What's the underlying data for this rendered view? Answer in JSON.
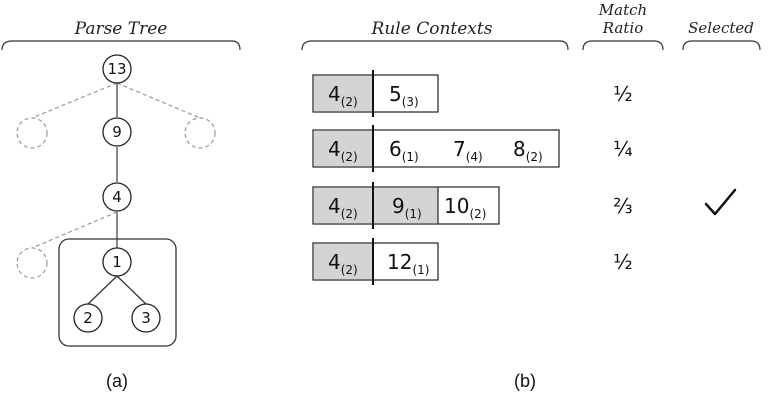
{
  "headers": {
    "parse_tree": "Parse Tree",
    "rule_contexts": "Rule Contexts",
    "match_ratio_line1": "Match",
    "match_ratio_line2": "Ratio",
    "selected": "Selected"
  },
  "tree": {
    "nodes": [
      "13",
      "9",
      "4",
      "1",
      "2",
      "3"
    ]
  },
  "rules": [
    {
      "cells": [
        {
          "main": "4",
          "sub": "(2)"
        },
        {
          "main": "5",
          "sub": "(3)"
        }
      ],
      "ratio": "½",
      "selected": false
    },
    {
      "cells": [
        {
          "main": "4",
          "sub": "(2)"
        },
        {
          "main": "6",
          "sub": "(1)"
        },
        {
          "main": "7",
          "sub": "(4)"
        },
        {
          "main": "8",
          "sub": "(2)"
        }
      ],
      "ratio": "¼",
      "selected": false
    },
    {
      "cells": [
        {
          "main": "4",
          "sub": "(2)"
        },
        {
          "main": "9",
          "sub": "(1)"
        },
        {
          "main": "10",
          "sub": "(2)"
        }
      ],
      "ratio": "⅔",
      "selected": true
    },
    {
      "cells": [
        {
          "main": "4",
          "sub": "(2)"
        },
        {
          "main": "12",
          "sub": "(1)"
        }
      ],
      "ratio": "½",
      "selected": false
    }
  ],
  "captions": {
    "left": "(a)",
    "right": "(b)"
  },
  "selected_icon": "checkmark-icon",
  "colors": {
    "shaded": "#d4d4d4",
    "dashed": "#999999"
  }
}
